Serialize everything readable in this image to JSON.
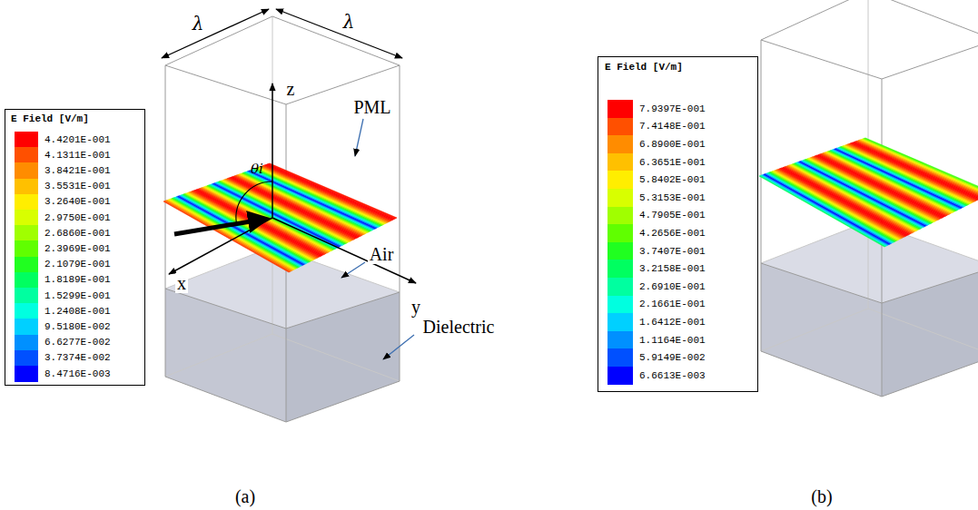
{
  "diagram": {
    "labels": [
      "E Field [V/m]",
      "λ",
      "λ",
      "z",
      "θi",
      "PML",
      "Air",
      "Dielectric",
      "x",
      "y",
      "(a)",
      "E Field [V/m]",
      "(b)"
    ],
    "legend": [
      {
        "text": "4.4201E-001",
        "color": "#ff0000"
      },
      {
        "text": "4.1311E-001",
        "color": "#ff5000"
      },
      {
        "text": "3.8421E-001",
        "color": "#ff8c00"
      },
      {
        "text": "3.5531E-001",
        "color": "#ffc000"
      },
      {
        "text": "3.2640E-001",
        "color": "#ffee00"
      },
      {
        "text": "2.9750E-001",
        "color": "#d8ff00"
      },
      {
        "text": "2.6860E-001",
        "color": "#a0ff00"
      },
      {
        "text": "2.3969E-001",
        "color": "#60ff00"
      },
      {
        "text": "2.1079E-001",
        "color": "#20ff20"
      },
      {
        "text": "1.8189E-001",
        "color": "#00ff60"
      },
      {
        "text": "1.5299E-001",
        "color": "#00ffa0"
      },
      {
        "text": "1.2408E-001",
        "color": "#00ffe0"
      },
      {
        "text": "9.5180E-002",
        "color": "#00d0ff"
      },
      {
        "text": "6.6277E-002",
        "color": "#0090ff"
      },
      {
        "text": "3.7374E-002",
        "color": "#0050ff"
      },
      {
        "text": "8.4716E-003",
        "color": "#0000ff"
      },
      {
        "text": "7.9397E-001",
        "color": "#ff0000"
      },
      {
        "text": "7.4148E-001",
        "color": "#ff5000"
      },
      {
        "text": "6.8900E-001",
        "color": "#ff8c00"
      },
      {
        "text": "6.3651E-001",
        "color": "#ffc000"
      },
      {
        "text": "5.8402E-001",
        "color": "#ffee00"
      },
      {
        "text": "5.3153E-001",
        "color": "#d8ff00"
      },
      {
        "text": "4.7905E-001",
        "color": "#a0ff00"
      },
      {
        "text": "4.2656E-001",
        "color": "#60ff00"
      },
      {
        "text": "3.7407E-001",
        "color": "#20ff20"
      },
      {
        "text": "3.2158E-001",
        "color": "#00ff60"
      },
      {
        "text": "2.6910E-001",
        "color": "#00ffa0"
      },
      {
        "text": "2.1661E-001",
        "color": "#00ffe0"
      },
      {
        "text": "1.6412E-001",
        "color": "#00d0ff"
      },
      {
        "text": "1.1164E-001",
        "color": "#0090ff"
      },
      {
        "text": "5.9149E-002",
        "color": "#0050ff"
      },
      {
        "text": "6.6613E-003",
        "color": "#0000ff"
      }
    ]
  }
}
